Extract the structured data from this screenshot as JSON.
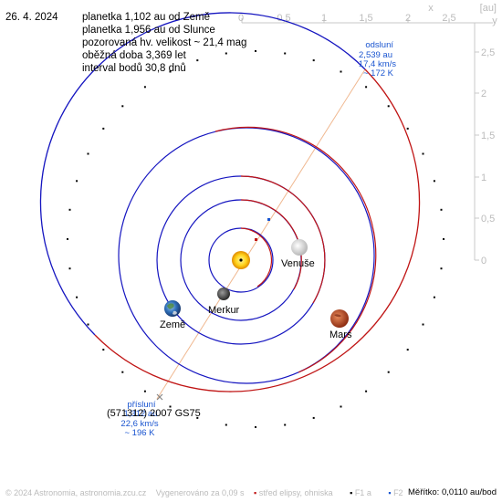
{
  "header": {
    "date": "26. 4. 2024",
    "lines": [
      "planetka 1,102 au od Země",
      "planetka 1,956 au od Slunce",
      "pozorovaná hv. velikost ~ 21,4 mag",
      "oběžná doba 3,369 let",
      "interval bodů 30,8 dnů"
    ]
  },
  "axes": {
    "unit": "[au]",
    "x_label": "x",
    "y_label": "y",
    "x_ticks": [
      "0",
      "0,5",
      "1",
      "1,5",
      "2",
      "2,5"
    ],
    "y_ticks": [
      "2,5",
      "2",
      "1,5",
      "1",
      "0,5",
      "0"
    ]
  },
  "bodies": {
    "venus": "Venuše",
    "mercury": "Merkur",
    "earth": "Země",
    "mars": "Mars",
    "asteroid": "(571312) 2007 GS75"
  },
  "aphelion": {
    "title": "odsluní",
    "distance": "2,539 au",
    "speed": "17,4 km/s",
    "temp": "~ 172 K"
  },
  "perihelion": {
    "title": "přísluní",
    "distance": "1,312 au",
    "speed": "22,6 km/s",
    "temp": "~ 196 K"
  },
  "footer": {
    "copyright": "© 2024 Astronomia, astronomia.zcu.cz",
    "generated": "Vygenerováno za 0,09 s",
    "legend_center": "střed elipsy, ohniska",
    "legend_f1": "F1 a",
    "legend_f2": "F2",
    "scale": "Měřítko: 0,0110 au/bod"
  },
  "colors": {
    "outer_orbit": "#1515c0",
    "inner_orbit": "#c01515",
    "axis": "#c8c8c8",
    "label_blue": "#1a55d0",
    "apsis_line": "#f0b890"
  }
}
